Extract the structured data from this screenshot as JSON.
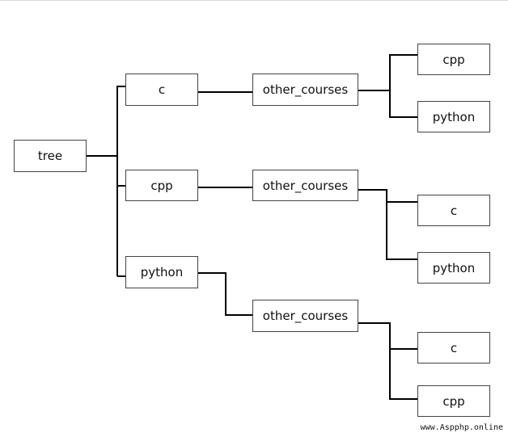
{
  "tree": {
    "root": "tree",
    "branches": [
      {
        "label": "c",
        "middle": "other_courses",
        "leaves": [
          "cpp",
          "python"
        ]
      },
      {
        "label": "cpp",
        "middle": "other_courses",
        "leaves": [
          "c",
          "python"
        ]
      },
      {
        "label": "python",
        "middle": "other_courses",
        "leaves": [
          "c",
          "cpp"
        ]
      }
    ]
  },
  "colors": {
    "line": "#000000",
    "border": "#444444",
    "text": "#111111"
  },
  "watermark": "www.Aspphp.online"
}
